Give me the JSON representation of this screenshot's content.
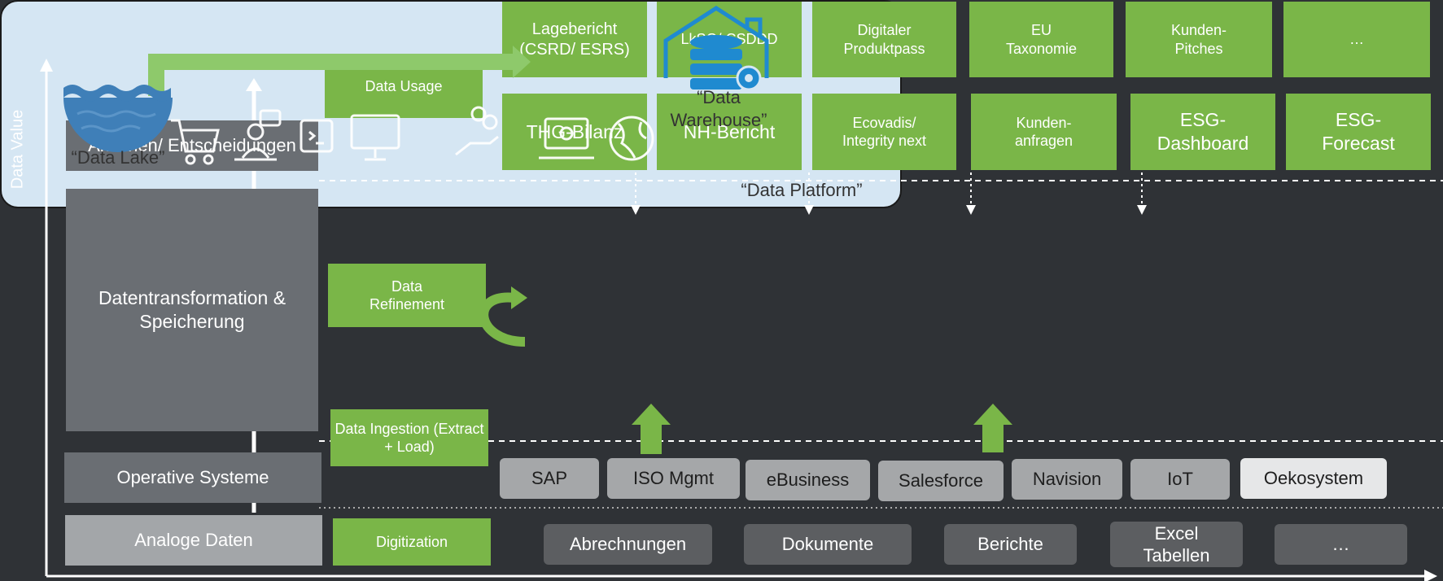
{
  "axis": {
    "y_label": "Data Value"
  },
  "layers": {
    "aktionen": "Aktionen/ Entscheidungen",
    "transformation": "Datentransformation & Speicherung",
    "operative": "Operative Systeme",
    "analoge": "Analoge Daten"
  },
  "stages": {
    "usage": "Data Usage",
    "refinement": "Data Refinement",
    "ingestion": "Data Ingestion (Extract + Load)",
    "digitization": "Digitization"
  },
  "usage_top": [
    "Lagebericht (CSRD/ ESRS)",
    "LkSG/ CSDDD",
    "Digitaler Produktpass",
    "EU Taxonomie",
    "Kunden- Pitches",
    "…"
  ],
  "usage_bottom": [
    "THG-Bilanz",
    "NH-Bericht",
    "Ecovadis/ Integrity next",
    "Kunden- anfragen",
    "ESG- Dashboard",
    "ESG- Forecast"
  ],
  "platform": {
    "lake": "“Data Lake”",
    "warehouse": "“Data Warehouse”",
    "platform": "“Data Platform”"
  },
  "systems": [
    "SAP",
    "ISO Mgmt",
    "eBusiness",
    "Salesforce",
    "Navision",
    "IoT",
    "Oekosystem"
  ],
  "analog": [
    "Abrechnungen",
    "Dokumente",
    "Berichte",
    "Excel Tabellen",
    "…"
  ],
  "colors": {
    "background": "#2f3236",
    "green": "#7ab648",
    "platform": "#d5e6f3",
    "lake": "#3f7fb8",
    "warehouse": "#1f8ad0"
  },
  "icons": [
    "shopping-cart-icon",
    "support-agent-icon",
    "terminal-icon",
    "monitor-icon",
    "hand-coins-icon",
    "laptop-bug-icon",
    "globe-icon"
  ]
}
